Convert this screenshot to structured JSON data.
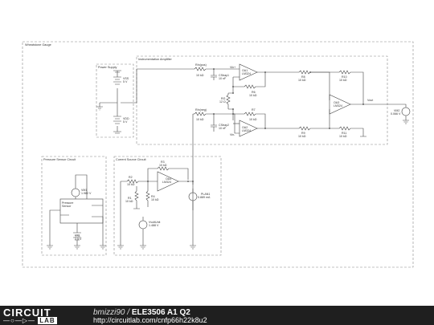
{
  "boxes": {
    "wheatstone": "Wheatstone Gauge",
    "power_supply": "Power Supply",
    "amplifier": "Instrumentation Amplifier",
    "sensor": "Pressure Sensor Circuit",
    "current": "Current Source Circuit"
  },
  "supply": {
    "vss_name": "VSS",
    "vss_value": "5 V",
    "vdd_name": "VDD",
    "vdd_value": "5 V"
  },
  "amp": {
    "rinput1_name": "RIn(pos)",
    "rinput1_value": "10 kΩ",
    "cbias1_name": "CStray1",
    "cbias1_value": "10 nF",
    "vin_plus": "Vin+",
    "oa1_name": "OA1",
    "oa1_part": "LM324",
    "r6_name": "R6",
    "r6_value": "10 kΩ",
    "r5_name": "R5",
    "r5_value": "10 kΩ",
    "r8_name": "R8",
    "r8_value": "10 kΩ",
    "r10_name": "R10",
    "r10_value": "10 kΩ",
    "rg_name": "RG",
    "rg_value": "12 Ω",
    "oa3_name": "OA3",
    "oa3_part": "LM324",
    "vout": "Vout",
    "r7_name": "R7",
    "r7_value": "10 kΩ",
    "rinput2_name": "RIn(neg)",
    "rinput2_value": "10 kΩ",
    "cbias2_name": "CStray2",
    "cbias2_value": "10 nF",
    "vin_minus": "Vin-",
    "oa2_name": "OA2",
    "oa2_part": "LM324",
    "r9_name": "R9",
    "r9_value": "10 kΩ",
    "r11_name": "R11",
    "r11_value": "10 kΩ"
  },
  "meter_out": {
    "name": "VM2",
    "value": "0.066 V"
  },
  "sensor": {
    "vm_name": "VM1",
    "vm_value": "1.982 V",
    "block_title": "Pressure",
    "block_sub": "Sensor",
    "vs_name": "VS1",
    "vs_value": "2.5 V"
  },
  "current": {
    "r2_name": "R2",
    "r2_value": "10 kΩ",
    "oa4_name": "OA4",
    "oa4_part": "LM324",
    "r3_name": "R3",
    "r3_value": "10 kΩ",
    "r4_name": "R4",
    "r4_value": "10 kΩ",
    "r1_name": "R1",
    "r1_value": "10 kΩ",
    "vsrc_name": "VvoltUnit",
    "vsrc_value": "1.488 V",
    "im_name": "PLAN1",
    "im_value": "0.889 mA"
  },
  "footer": {
    "logo_top": "CIRCUIT",
    "logo_bottom": "LAB",
    "user": "bmizzi90",
    "separator": " / ",
    "title": "ELE3506 A1 Q2",
    "url": "http://circuitlab.com/cnfp66h22k8u2"
  }
}
